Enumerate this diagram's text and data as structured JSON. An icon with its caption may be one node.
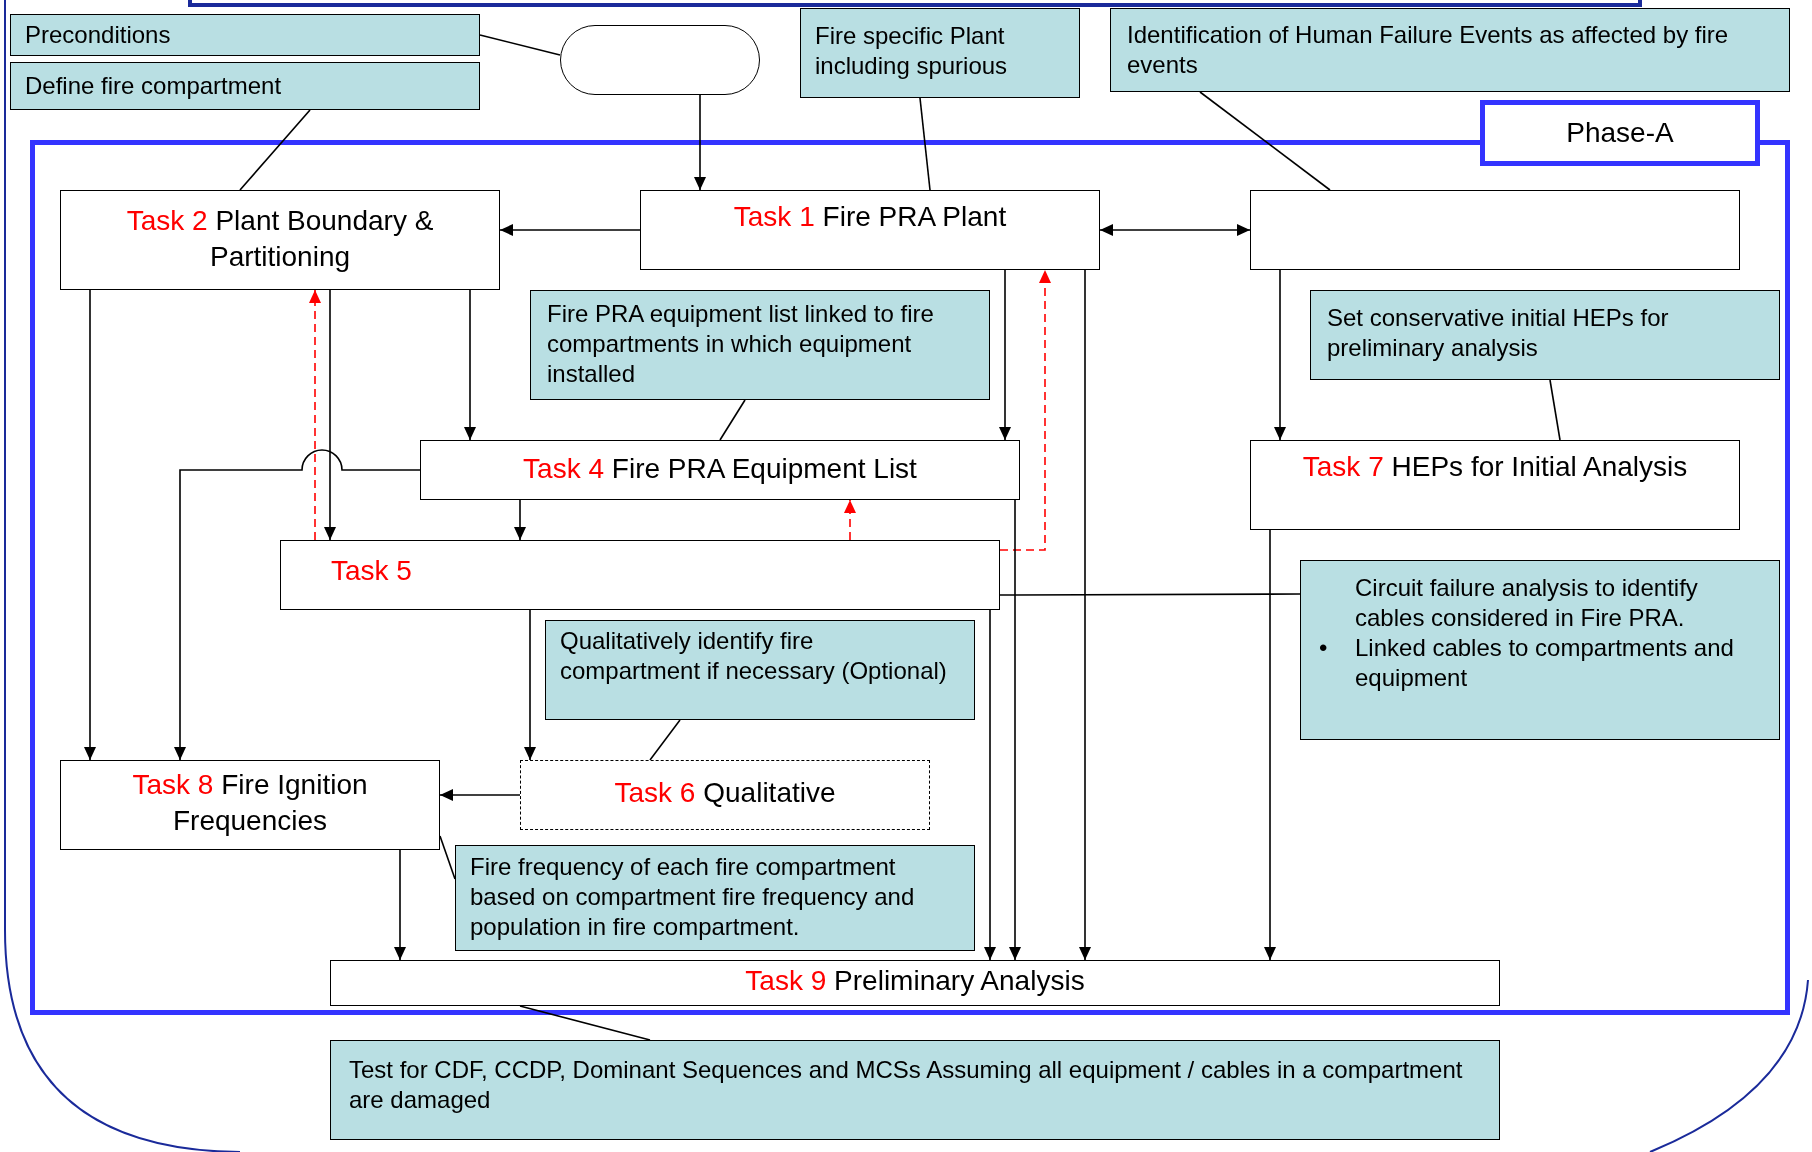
{
  "diagram": {
    "nodes": [
      {
        "text": [
          "Preconditions"
        ]
      },
      {
        "text": [
          "Define fire compartment"
        ]
      },
      {
        "text": [],
        "shape": "box"
      },
      {
        "text": [
          "Fire specific Plant",
          "including spurious"
        ]
      },
      {
        "text": [
          "Identification of Human Failure Events as affected by fire events"
        ]
      },
      {
        "text": [
          "Phase-A"
        ]
      },
      {
        "text": [
          "Task 2",
          "Plant Boundary & Partitioning"
        ],
        "in": 5
      },
      {
        "text": [
          "Task 1",
          "Fire PRA Plant"
        ],
        "in": 5
      },
      {
        "text": [],
        "shape": "box",
        "in": 5
      },
      {
        "text": [
          "Set conservative initial HEPs for preliminary analysis"
        ],
        "in": 5
      },
      {
        "text": [
          "Fire PRA equipment list linked to fire compartments in which equipment installed"
        ],
        "in": 5
      },
      {
        "text": [
          "Task 4",
          "Fire PRA Equipment List"
        ],
        "in": 5
      },
      {
        "text": [
          "Task 7",
          "HEPs for Initial Analysis"
        ],
        "in": 5
      },
      {
        "text": [
          "Qualitatively identify fire compartment if necessary (Optional)"
        ],
        "in": 5
      },
      {
        "text": [
          "Task 5"
        ],
        "in": 5
      },
      {
        "text": [
          "Circuit failure analysis to identify cables considered in Fire PRA.",
          "•",
          "Linked cables to compartments and equipment"
        ],
        "in": 5
      },
      {
        "text": [
          "Task 8",
          "Fire Ignition Frequencies"
        ],
        "in": 5
      },
      {
        "text": [
          "Task 6",
          "Qualitative"
        ],
        "in": 5
      },
      {
        "text": [
          "Fire frequency of each fire compartment based on compartment fire frequency and population in fire compartment."
        ],
        "in": 5
      },
      {
        "text": [
          "Task 9",
          "Preliminary Analysis"
        ],
        "in": 5
      },
      {
        "text": [
          "Test for CDF, CCDP, Dominant Sequences and MCSs Assuming all equipment / cables in a compartment are damaged"
        ]
      }
    ],
    "edges": [
      {
        "from": 2,
        "to": 7,
        "arrow": "to"
      },
      {
        "from": 7,
        "to": 6,
        "arrow": "to"
      },
      {
        "from": 7,
        "to": 8,
        "arrow": "both"
      },
      {
        "from": 6,
        "to": 16,
        "arrow": "to"
      },
      {
        "from": 6,
        "to": 14,
        "arrow": "to"
      },
      {
        "from": 14,
        "to": 6,
        "arrow": "to",
        "style": "dashed",
        "color": "#ff0000"
      },
      {
        "from": 6,
        "to": 11,
        "arrow": "to"
      },
      {
        "from": 7,
        "to": 11,
        "arrow": "to"
      },
      {
        "from": 11,
        "to": 16,
        "arrow": "to"
      },
      {
        "from": 14,
        "to": 11,
        "arrow": "to",
        "style": "dashed",
        "color": "#ff0000"
      },
      {
        "from": 14,
        "to": 7,
        "arrow": "to",
        "style": "dashed",
        "color": "#ff0000"
      },
      {
        "from": 11,
        "to": 14,
        "arrow": "to"
      },
      {
        "from": 8,
        "to": 12,
        "arrow": "to"
      },
      {
        "from": 14,
        "to": 17,
        "arrow": "to"
      },
      {
        "from": 17,
        "to": 16,
        "arrow": "to"
      },
      {
        "from": 16,
        "to": 19,
        "arrow": "to"
      },
      {
        "from": 12,
        "to": 19,
        "arrow": "to"
      },
      {
        "from": 14,
        "to": 19,
        "arrow": "to"
      },
      {
        "from": 11,
        "to": 19,
        "arrow": "to"
      },
      {
        "from": 7,
        "to": 19,
        "arrow": "to"
      },
      {
        "from": 0,
        "to": 2,
        "arrow": "none"
      },
      {
        "from": 1,
        "to": 6,
        "arrow": "none"
      },
      {
        "from": 3,
        "to": 7,
        "arrow": "none"
      },
      {
        "from": 4,
        "to": 8,
        "arrow": "none"
      },
      {
        "from": 9,
        "to": 12,
        "arrow": "none"
      },
      {
        "from": 10,
        "to": 11,
        "arrow": "none"
      },
      {
        "from": 13,
        "to": 17,
        "arrow": "none"
      },
      {
        "from": 15,
        "to": 14,
        "arrow": "none"
      },
      {
        "from": 18,
        "to": 16,
        "arrow": "none"
      },
      {
        "from": 20,
        "to": 19,
        "arrow": "none"
      }
    ]
  }
}
